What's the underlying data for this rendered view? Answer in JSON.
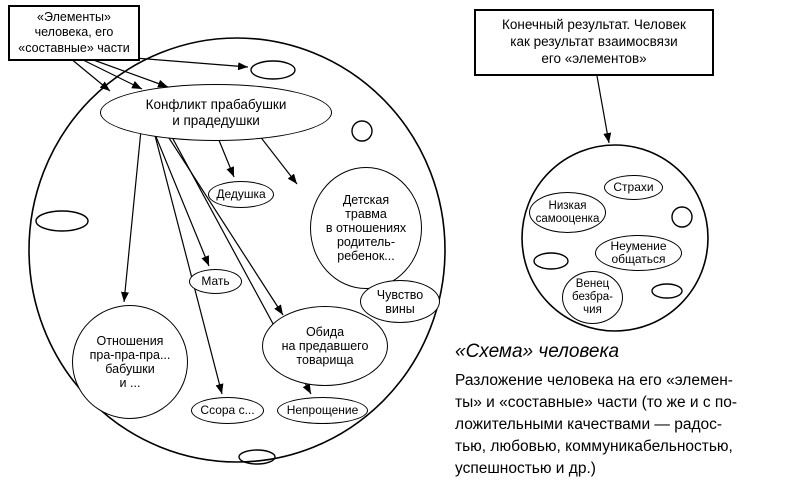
{
  "colors": {
    "ink": "#000000",
    "paper": "#ffffff"
  },
  "labels": {
    "elements_box": "«Элементы»\nчеловека, его\n«составные» части",
    "result_box": "Конечный результат. Человек\nкак результат взаимосвязи\nего «элементов»"
  },
  "person_circle": {
    "konflikt": "Конфликт прабабушки\nи прадедушки",
    "dedushka": "Дедушка",
    "travma": "Детская\nтравма\nв отношениях\nродитель-\nребенок...",
    "mat": "Мать",
    "chuvstvo_viny": "Чувство\nвины",
    "otnosheniya": "Отношения\nпра-пра-пра...\nбабушки\nи ...",
    "obida": "Обида\nна предавшего\nтоварища",
    "ssora": "Ссора с...",
    "neproshchenie": "Непрощение"
  },
  "result_circle": {
    "strahi": "Страхи",
    "nizkaya_samoocenka": "Низкая\nсамооценка",
    "neumenie_obshchatsya": "Неумение\nобщаться",
    "venec_bezbrachiya": "Венец\nбезбра-\nчия"
  },
  "caption": {
    "title": "«Схема» человека",
    "body": "Разложение человека на его «элемен-\nты» и «составные» части (то же и с по-\nложительными качествами — радос-\nтью, любовью, коммуникабельностью,\nуспешностью и др.)"
  }
}
